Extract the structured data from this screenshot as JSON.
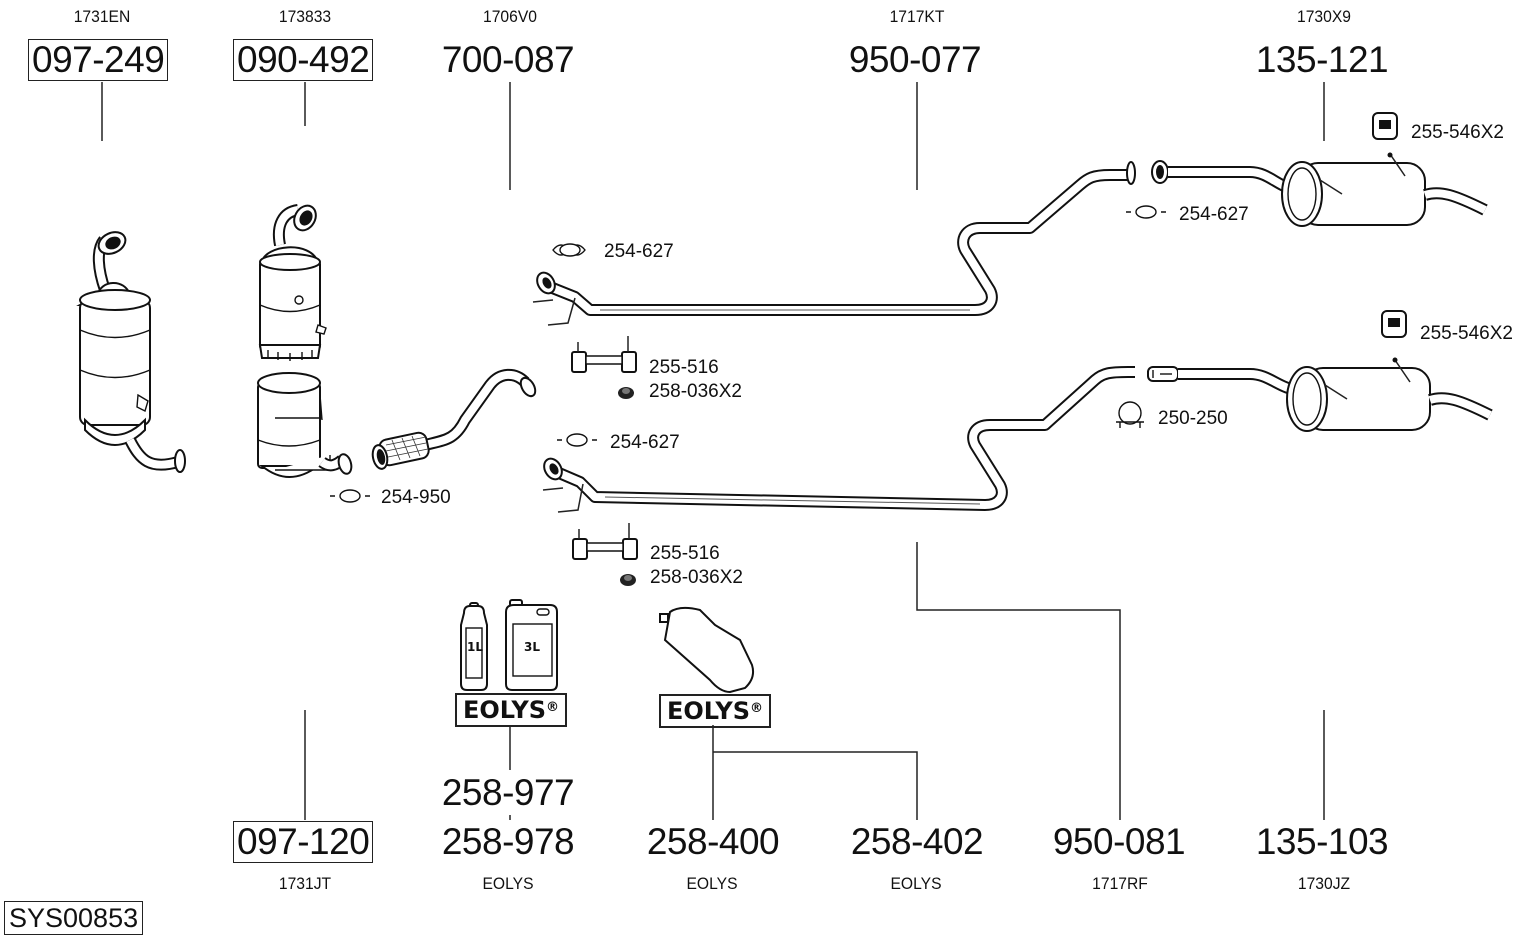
{
  "system_code": "SYS00853",
  "top_parts": [
    {
      "ref": "1731EN",
      "part": "097-249",
      "boxed": true,
      "desc": "diesel particulate filter"
    },
    {
      "ref": "173833",
      "part": "090-492",
      "boxed": true,
      "desc": "catalytic converter"
    },
    {
      "ref": "1706V0",
      "part": "700-087",
      "boxed": false,
      "desc": "flexible front pipe"
    },
    {
      "ref": "1717KT",
      "part": "950-077",
      "boxed": false,
      "desc": "centre pipe"
    },
    {
      "ref": "1730X9",
      "part": "135-121",
      "boxed": false,
      "desc": "rear silencer"
    }
  ],
  "bottom_parts": [
    {
      "ref": "1731JT",
      "part": "097-120",
      "boxed": true
    },
    {
      "ref": "EOLYS",
      "part": "258-978",
      "boxed": false,
      "extra_part": "258-977"
    },
    {
      "ref": "EOLYS",
      "part": "258-400",
      "boxed": false
    },
    {
      "ref": "EOLYS",
      "part": "258-402",
      "boxed": false
    },
    {
      "ref": "1717RF",
      "part": "950-081",
      "boxed": false
    },
    {
      "ref": "1730JZ",
      "part": "135-103",
      "boxed": false
    }
  ],
  "accessories": {
    "clamp_upper_front": "254-627",
    "mount_upper": "255-516",
    "nut_upper": "258-036X2",
    "clamp_lower_front": "254-627",
    "mount_lower": "255-516",
    "nut_lower": "258-036X2",
    "clamp_dpf": "254-950",
    "clamp_upper_rear": "254-627",
    "clamp_lower_rear": "250-250",
    "rubber_mount_upper": "255-546X2",
    "rubber_mount_lower": "255-546X2"
  },
  "eolys": {
    "brand_label": "EOLYS",
    "registered_mark": "®",
    "bottle_small": "1L",
    "bottle_large": "3L"
  }
}
